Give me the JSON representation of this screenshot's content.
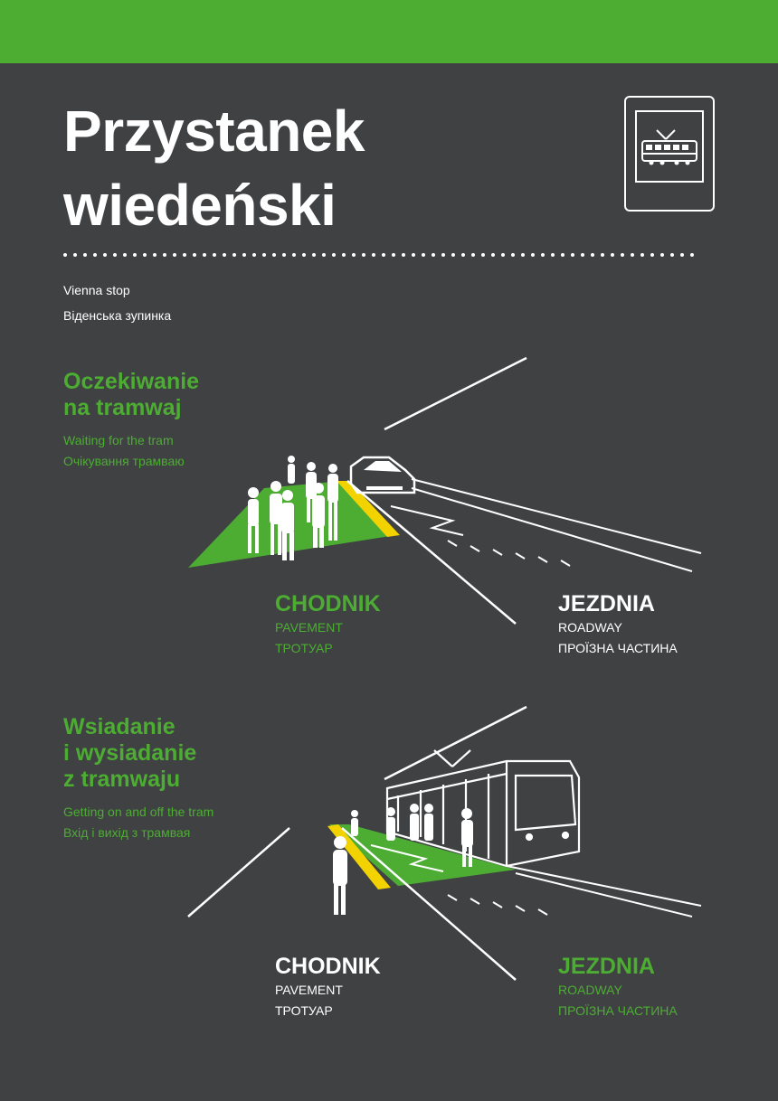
{
  "header": {
    "title_line1": "Przystanek",
    "title_line2": "wiedeński",
    "subtitle_en": "Vienna stop",
    "subtitle_uk": "Віденська зупинка"
  },
  "section1": {
    "title_line1": "Oczekiwanie",
    "title_line2": "na tramwaj",
    "sub_en": "Waiting for the tram",
    "sub_uk": "Очікування трамваю",
    "pavement_label": "CHODNIK",
    "pavement_en": "PAVEMENT",
    "pavement_uk": "ТРОТУАР",
    "roadway_label": "JEZDNIA",
    "roadway_en": "ROADWAY",
    "roadway_uk": "ПРОЇЗНА ЧАСТИНА"
  },
  "section2": {
    "title_line1": "Wsiadanie",
    "title_line2": "i wysiadanie",
    "title_line3": "z tramwaju",
    "sub_en": "Getting on and off the tram",
    "sub_uk": "Вхід і вихід з трамвая",
    "pavement_label": "CHODNIK",
    "pavement_en": "PAVEMENT",
    "pavement_uk": "ТРОТУАР",
    "roadway_label": "JEZDNIA",
    "roadway_en": "ROADWAY",
    "roadway_uk": "ПРОЇЗНА ЧАСТИНА"
  },
  "colors": {
    "background": "#3f4143",
    "accent_green": "#4dad33",
    "accent_yellow": "#f2d300",
    "text_white": "#ffffff"
  },
  "icons": {
    "sign": "tram-stop-sign-icon",
    "tram": "tram-icon",
    "car": "car-icon",
    "people": "pedestrian-icon"
  }
}
